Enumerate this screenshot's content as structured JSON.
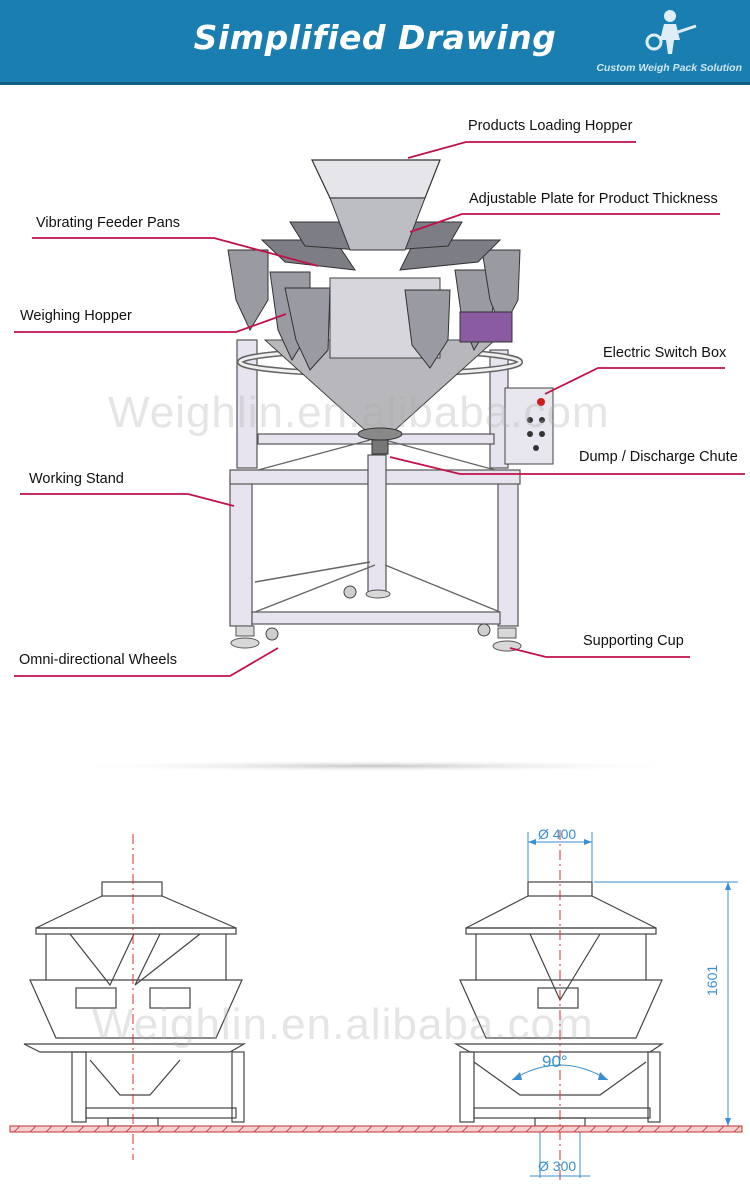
{
  "header": {
    "title": "Simplified Drawing",
    "brand": "Custom Weigh Pack Solution",
    "logo_icon": "worker-with-tool-icon"
  },
  "labels": {
    "products_loading_hopper": "Products Loading Hopper",
    "adjustable_plate": "Adjustable Plate for Product Thickness",
    "vibrating_feeder_pans": "Vibrating Feeder Pans",
    "weighing_hopper": "Weighing Hopper",
    "electric_switch_box": "Electric Switch Box",
    "dump_discharge_chute": "Dump / Discharge Chute",
    "working_stand": "Working Stand",
    "supporting_cup": "Supporting Cup",
    "omni_wheels": "Omni-directional Wheels"
  },
  "watermarks": {
    "top": "Weighlin.en.alibaba.com",
    "bottom": "Weighlin.en.alibaba.com"
  },
  "dimensions": {
    "top_diameter": "Ø 400",
    "bottom_diameter": "Ø 300",
    "height": "1601",
    "angle": "90°"
  },
  "colors": {
    "header_bg": "#1a7fb0",
    "leader_line": "#c0124a",
    "dimension_line": "#3a8fd0",
    "centerline": "#d03030"
  }
}
